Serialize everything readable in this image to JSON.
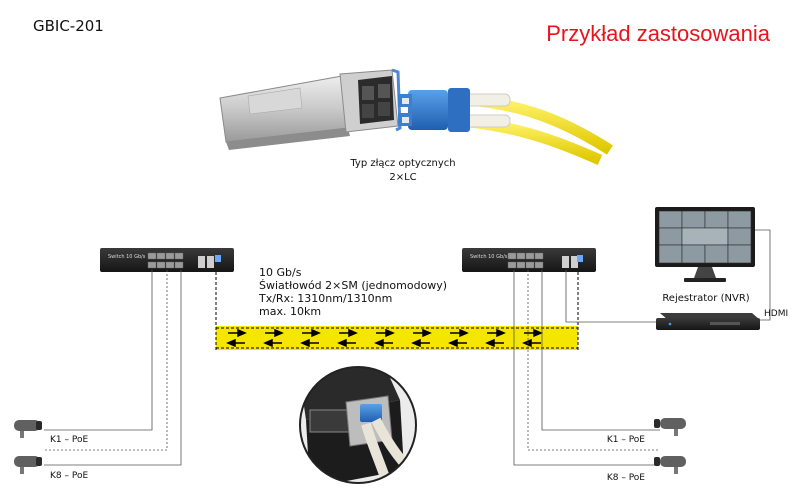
{
  "header": {
    "model": "GBIC-201",
    "title": "Przykład zastosowania",
    "title_color": "#e8141b"
  },
  "connector": {
    "caption_line1": "Typ złącz optycznych",
    "caption_line2": "2×LC"
  },
  "link": {
    "line1": "10 Gb/s",
    "line2": "Światłowód 2×SM (jednomodowy)",
    "line3": "Tx/Rx: 1310nm/1310nm",
    "line4": "max. 10km",
    "fiber_color": "#f5e600"
  },
  "switch_left": {
    "label": "Switch 10 Gb/s"
  },
  "switch_right": {
    "label": "Switch 10 Gb/s"
  },
  "nvr": {
    "label": "Rejestrator (NVR)",
    "hdmi_label": "HDMI"
  },
  "cameras_left": [
    {
      "label": "K1 – PoE"
    },
    {
      "label": "K8 – PoE"
    }
  ],
  "cameras_right": [
    {
      "label": "K1 – PoE"
    },
    {
      "label": "K8 – PoE"
    }
  ]
}
